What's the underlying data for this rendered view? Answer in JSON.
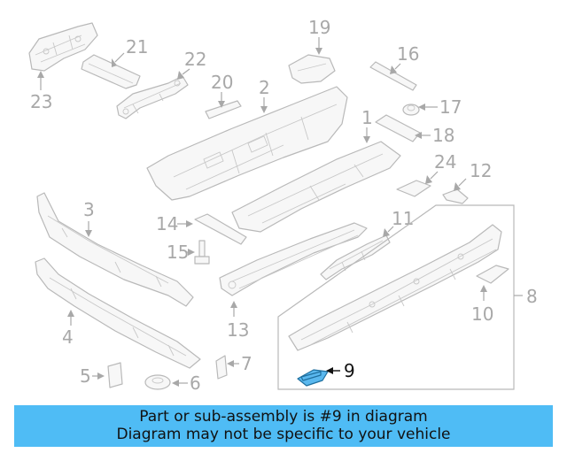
{
  "callouts": {
    "c1": "1",
    "c2": "2",
    "c3": "3",
    "c4": "4",
    "c5": "5",
    "c6": "6",
    "c7": "7",
    "c8": "8",
    "c9": "9",
    "c10": "10",
    "c11": "11",
    "c12": "12",
    "c13": "13",
    "c14": "14",
    "c15": "15",
    "c16": "16",
    "c17": "17",
    "c18": "18",
    "c19": "19",
    "c20": "20",
    "c21": "21",
    "c22": "22",
    "c23": "23",
    "c24": "24"
  },
  "highlighted_part": "9",
  "banner": {
    "line1": "Part or sub-assembly is #9 in diagram",
    "line2": "Diagram may not be specific to your vehicle"
  }
}
